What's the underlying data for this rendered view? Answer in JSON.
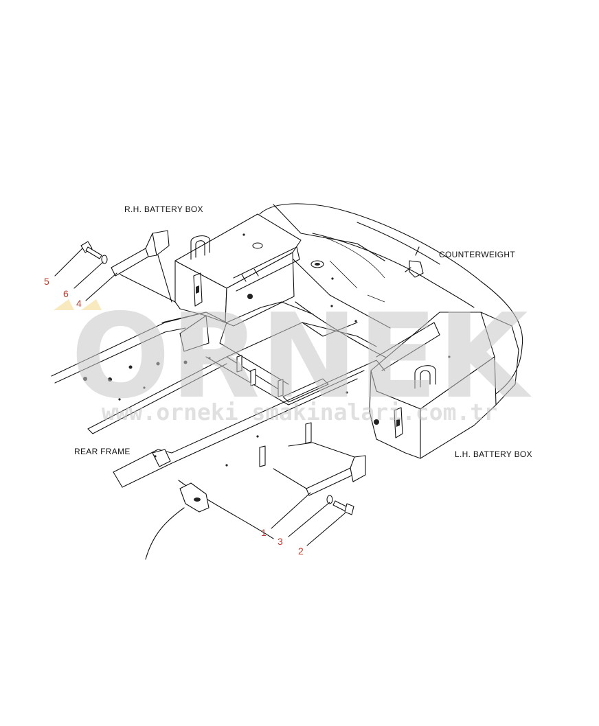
{
  "labels": {
    "rh_battery_box": "R.H. BATTERY BOX",
    "counterweight": "COUNTERWEIGHT",
    "rear_frame": "REAR FRAME",
    "lh_battery_box": "L.H. BATTERY BOX"
  },
  "callouts": [
    "1",
    "2",
    "3",
    "4",
    "5",
    "6"
  ],
  "watermark": {
    "brand": "ORNEK",
    "url": "www.orneki smakinalari.com.tr"
  },
  "colors": {
    "line": "#111111",
    "callout": "#c0392b",
    "watermark": "#c8c8c8",
    "watermark_accent": "#f3d98a"
  }
}
